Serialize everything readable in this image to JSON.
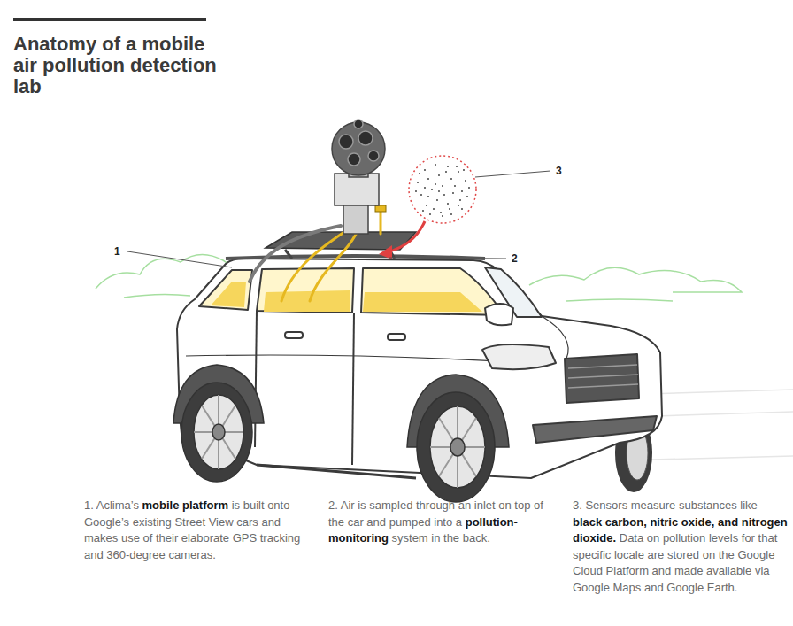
{
  "diagram": {
    "title": "Anatomy of a mobile air pollution detection lab",
    "labels": [
      "1",
      "2",
      "3",
      "1. Aclima’s",
      "mobile platform",
      "is built onto Google’s existing Street View cars and makes use of their elaborate GPS tracking and 360-degree cameras.",
      "2. Air is sampled through an inlet on top of the car and pumped into a",
      "pollution-monitoring",
      "system in the back.",
      "3. Sensors measure substances like",
      "black carbon, nitric oxide, and nitrogen dioxide.",
      "Data on pollution levels for that specific locale are stored on the Google Cloud Platform and made available via Google Maps and Google Earth."
    ]
  }
}
